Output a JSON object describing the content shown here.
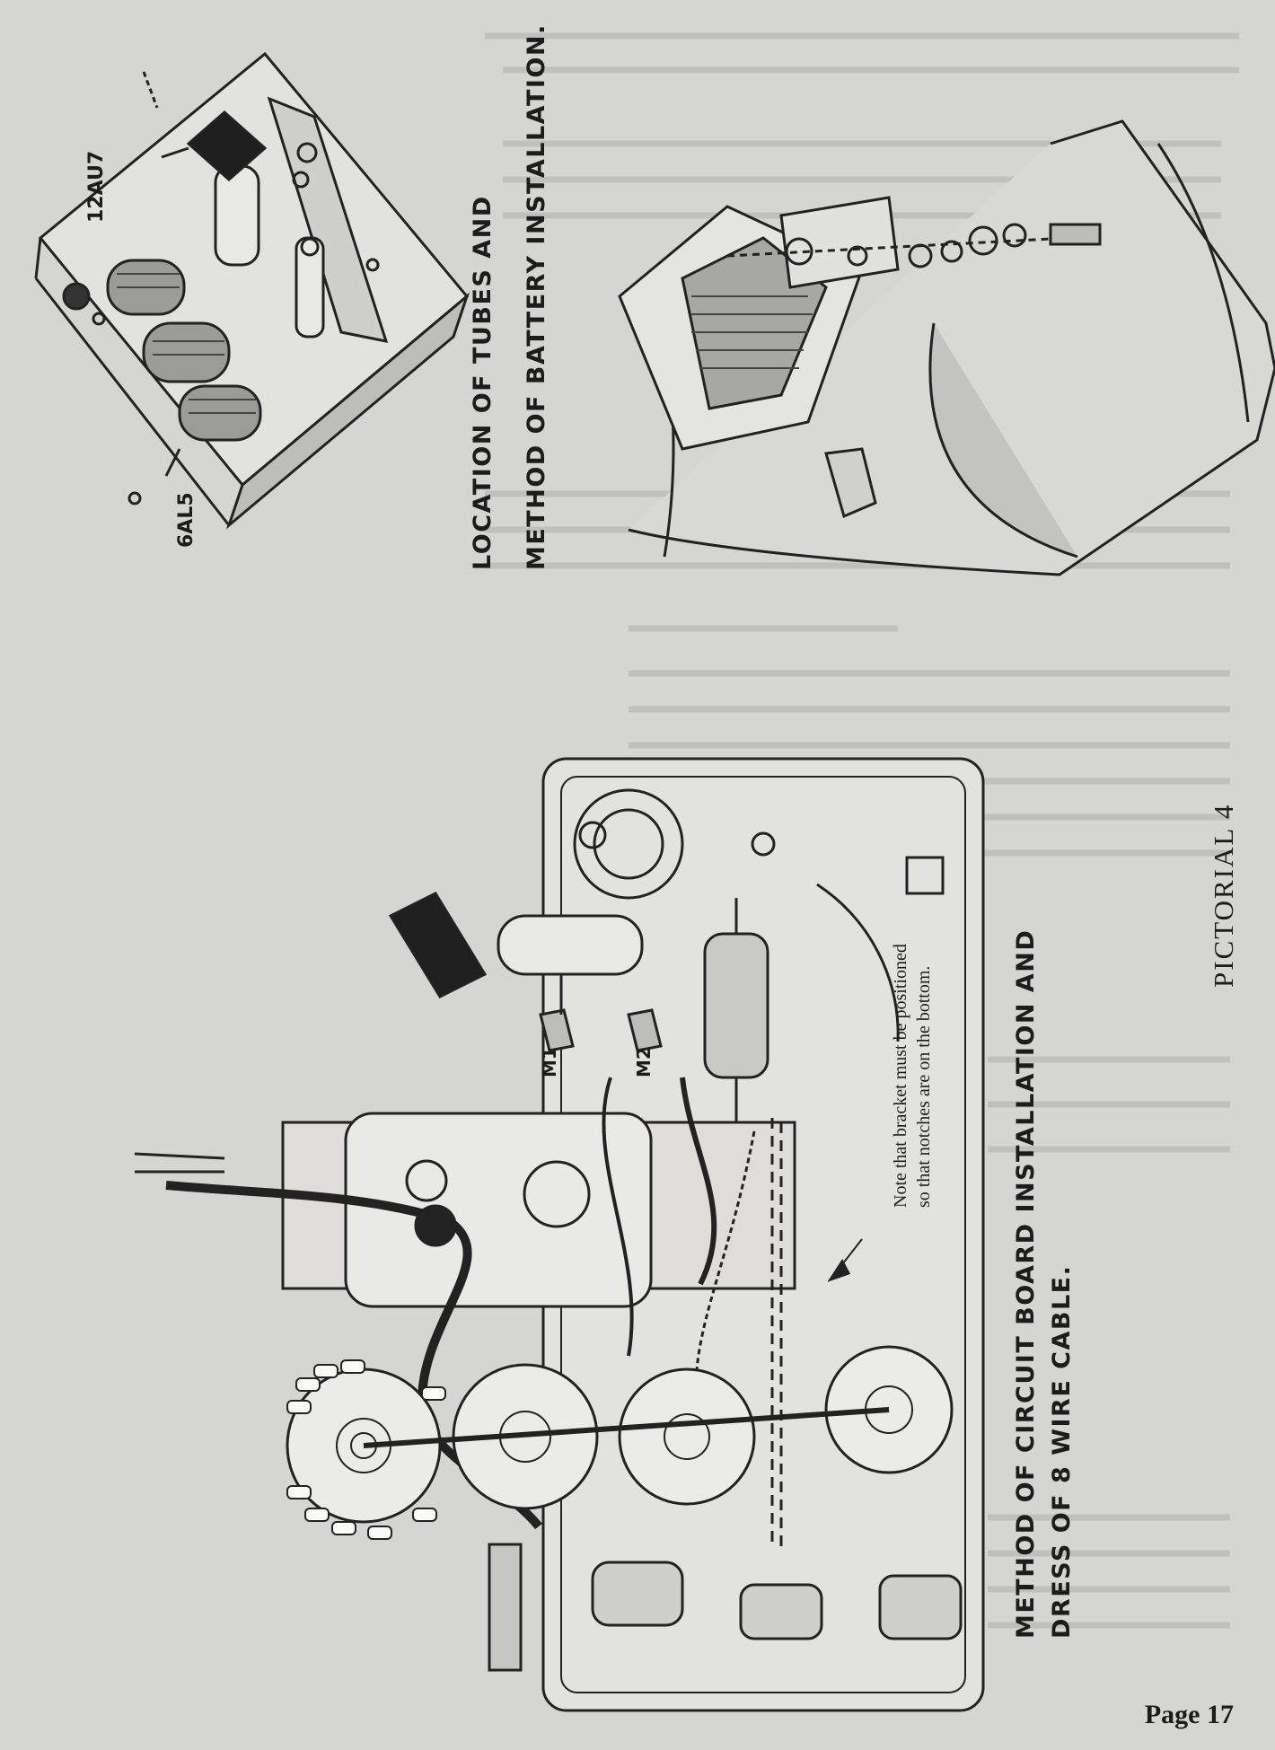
{
  "captions": {
    "tubes_line1": "LOCATION OF TUBES AND",
    "tubes_line2": "METHOD OF BATTERY INSTALLATION.",
    "board_line1": "METHOD OF CIRCUIT BOARD INSTALLATION AND",
    "board_line2": "DRESS OF 8 WIRE CABLE.",
    "note_line1": "Note that bracket must be positioned",
    "note_line2": "so that notches are on the bottom."
  },
  "labels": {
    "tube_12au7": "12AU7",
    "tube_6al5": "6AL5",
    "m1": "M1",
    "m2": "M2"
  },
  "pictorial_title": "PICTORIAL 4",
  "page_number": "Page 17"
}
